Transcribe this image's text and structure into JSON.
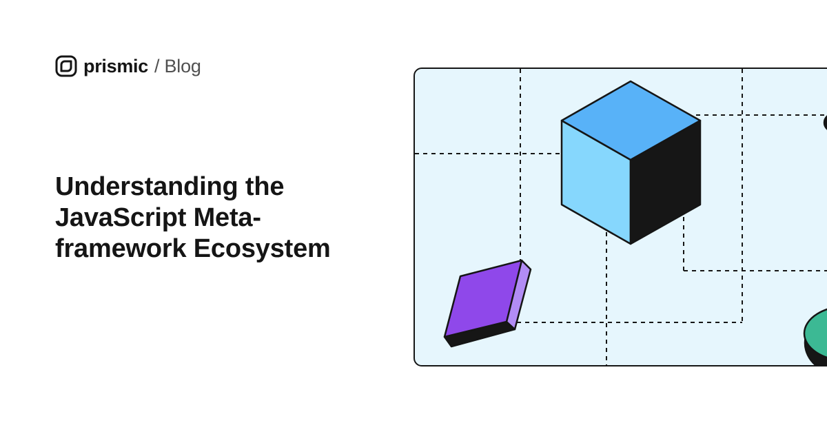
{
  "brand": {
    "logo_icon": "prismic-logo-icon",
    "name": "prismic",
    "separator": "/",
    "section": "Blog"
  },
  "headline": {
    "lines": [
      "Understanding the",
      "JavaScript Meta-",
      "framework Ecosystem"
    ]
  },
  "illustration": {
    "panel_color": "#e6f6fd",
    "cube_top_color": "#58b2f8",
    "cube_left_color": "#86d7fd",
    "cube_right_color": "#161616",
    "tile_color": "#8f48ea",
    "tile_side_color": "#b28cf5",
    "ring_color": "#3cb994"
  }
}
